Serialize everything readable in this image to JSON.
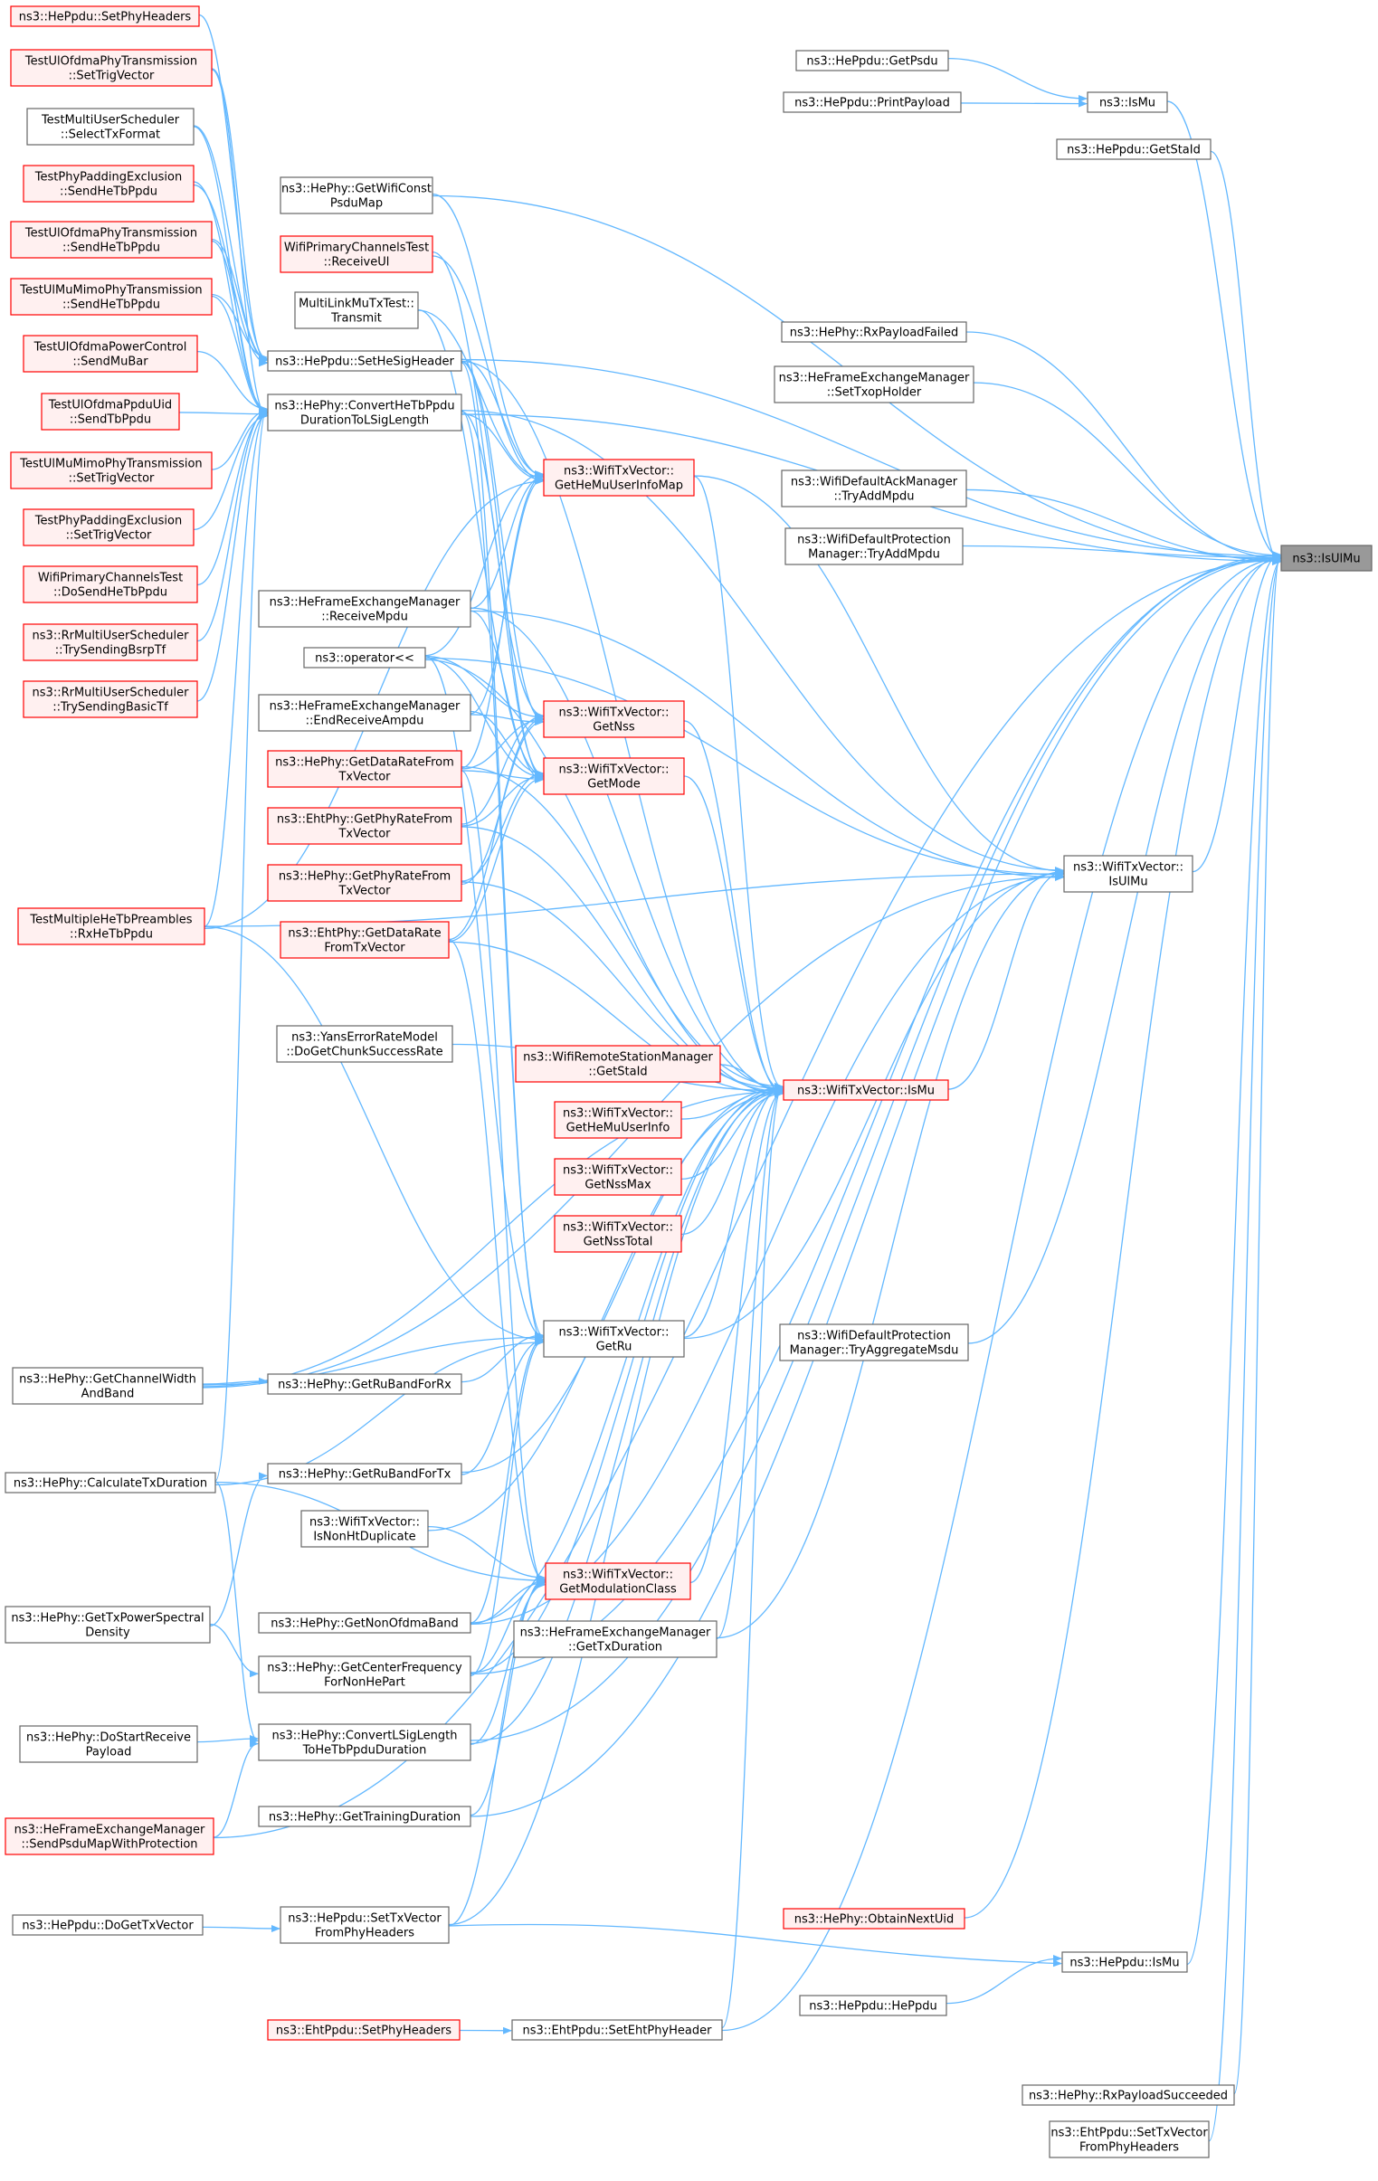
{
  "colors": {
    "edge": "#63b8ff",
    "node_fill": "#ffffff",
    "node_border": "#666666",
    "error_fill": "#fff0f0",
    "error_border": "#ff0000",
    "focus_fill": "#999999",
    "focus_border": "#666666"
  },
  "nodes": [
    {
      "id": "ns3IsUlMu",
      "lines": [
        "ns3::IsUlMu"
      ],
      "style": "focus"
    },
    {
      "id": "ns3IsMu",
      "lines": [
        "ns3::IsMu"
      ],
      "style": "normal"
    },
    {
      "id": "hePpduGetPsdu",
      "lines": [
        "ns3::HePpdu::GetPsdu"
      ],
      "style": "normal"
    },
    {
      "id": "hePpduPrintPayload",
      "lines": [
        "ns3::HePpdu::PrintPayload"
      ],
      "style": "normal"
    },
    {
      "id": "hePpduGetStaId",
      "lines": [
        "ns3::HePpdu::GetStaId"
      ],
      "style": "normal"
    },
    {
      "id": "hePhyRxPayloadFailed",
      "lines": [
        "ns3::HePhy::RxPayloadFailed"
      ],
      "style": "normal"
    },
    {
      "id": "hfemSetTxopHolder",
      "lines": [
        "ns3::HeFrameExchangeManager",
        "::SetTxopHolder"
      ],
      "style": "normal"
    },
    {
      "id": "wdamTryAddMpdu",
      "lines": [
        "ns3::WifiDefaultAckManager",
        "::TryAddMpdu"
      ],
      "style": "normal"
    },
    {
      "id": "wdpmTryAddMpdu",
      "lines": [
        "ns3::WifiDefaultProtection",
        "Manager::TryAddMpdu"
      ],
      "style": "normal"
    },
    {
      "id": "wtxIsUlMu",
      "lines": [
        "ns3::WifiTxVector::",
        "IsUlMu"
      ],
      "style": "normal"
    },
    {
      "id": "wdpmTryAggregateMsdu",
      "lines": [
        "ns3::WifiDefaultProtection",
        "Manager::TryAggregateMsdu"
      ],
      "style": "normal"
    },
    {
      "id": "hePhyObtainNextUid",
      "lines": [
        "ns3::HePhy::ObtainNextUid"
      ],
      "style": "error"
    },
    {
      "id": "hePpduIsMu",
      "lines": [
        "ns3::HePpdu::IsMu"
      ],
      "style": "normal"
    },
    {
      "id": "hePpduHePpdu",
      "lines": [
        "ns3::HePpdu::HePpdu"
      ],
      "style": "normal"
    },
    {
      "id": "hePhyRxPayloadSucceeded",
      "lines": [
        "ns3::HePhy::RxPayloadSucceeded"
      ],
      "style": "normal"
    },
    {
      "id": "ehtPpduSetTxVectorFromPhyHeaders",
      "lines": [
        "ns3::EhtPpdu::SetTxVector",
        "FromPhyHeaders"
      ],
      "style": "normal"
    },
    {
      "id": "wtxIsMu",
      "lines": [
        "ns3::WifiTxVector::IsMu"
      ],
      "style": "error"
    },
    {
      "id": "wrsmGetStaId",
      "lines": [
        "ns3::WifiRemoteStationManager",
        "::GetStaId"
      ],
      "style": "error"
    },
    {
      "id": "wtxGetHeMuUserInfo",
      "lines": [
        "ns3::WifiTxVector::",
        "GetHeMuUserInfo"
      ],
      "style": "error"
    },
    {
      "id": "wtxGetNssMax",
      "lines": [
        "ns3::WifiTxVector::",
        "GetNssMax"
      ],
      "style": "error"
    },
    {
      "id": "wtxGetNssTotal",
      "lines": [
        "ns3::WifiTxVector::",
        "GetNssTotal"
      ],
      "style": "error"
    },
    {
      "id": "wtxGetHeMuUserInfoMap",
      "lines": [
        "ns3::WifiTxVector::",
        "GetHeMuUserInfoMap"
      ],
      "style": "error"
    },
    {
      "id": "wtxGetNss",
      "lines": [
        "ns3::WifiTxVector::",
        "GetNss"
      ],
      "style": "error"
    },
    {
      "id": "wtxGetMode",
      "lines": [
        "ns3::WifiTxVector::",
        "GetMode"
      ],
      "style": "error"
    },
    {
      "id": "wtxGetRu",
      "lines": [
        "ns3::WifiTxVector::",
        "GetRu"
      ],
      "style": "normal"
    },
    {
      "id": "wtxGetModulationClass",
      "lines": [
        "ns3::WifiTxVector::",
        "GetModulationClass"
      ],
      "style": "error"
    },
    {
      "id": "hfemGetTxDuration",
      "lines": [
        "ns3::HeFrameExchangeManager",
        "::GetTxDuration"
      ],
      "style": "normal"
    },
    {
      "id": "hePhyGetWifiConstPsduMap",
      "lines": [
        "ns3::HePhy::GetWifiConst",
        "PsduMap"
      ],
      "style": "normal"
    },
    {
      "id": "wpctReceiveUl",
      "lines": [
        "WifiPrimaryChannelsTest",
        "::ReceiveUl"
      ],
      "style": "error"
    },
    {
      "id": "mlmtTransmit",
      "lines": [
        "MultiLinkMuTxTest::",
        "Transmit"
      ],
      "style": "normal"
    },
    {
      "id": "hePpduSetHeSigHeader",
      "lines": [
        "ns3::HePpdu::SetHeSigHeader"
      ],
      "style": "normal"
    },
    {
      "id": "hePhyConvertHeTbPpduDurationToLSigLength",
      "lines": [
        "ns3::HePhy::ConvertHeTbPpdu",
        "DurationToLSigLength"
      ],
      "style": "normal"
    },
    {
      "id": "hfemReceiveMpdu",
      "lines": [
        "ns3::HeFrameExchangeManager",
        "::ReceiveMpdu"
      ],
      "style": "normal"
    },
    {
      "id": "operatorLtLt",
      "lines": [
        "ns3::operator<<"
      ],
      "style": "normal"
    },
    {
      "id": "hfemEndReceiveAmpdu",
      "lines": [
        "ns3::HeFrameExchangeManager",
        "::EndReceiveAmpdu"
      ],
      "style": "normal"
    },
    {
      "id": "hePhyGetDataRateFromTxVector",
      "lines": [
        "ns3::HePhy::GetDataRateFrom",
        "TxVector"
      ],
      "style": "error"
    },
    {
      "id": "ehtPhyGetPhyRateFromTxVector",
      "lines": [
        "ns3::EhtPhy::GetPhyRateFrom",
        "TxVector"
      ],
      "style": "error"
    },
    {
      "id": "hePhyGetPhyRateFromTxVector",
      "lines": [
        "ns3::HePhy::GetPhyRateFrom",
        "TxVector"
      ],
      "style": "error"
    },
    {
      "id": "ehtPhyGetDataRateFromTxVector",
      "lines": [
        "ns3::EhtPhy::GetDataRate",
        "FromTxVector"
      ],
      "style": "error"
    },
    {
      "id": "yemDoGetChunkSuccessRate",
      "lines": [
        "ns3::YansErrorRateModel",
        "::DoGetChunkSuccessRate"
      ],
      "style": "normal"
    },
    {
      "id": "hePhyGetRuBandForRx",
      "lines": [
        "ns3::HePhy::GetRuBandForRx"
      ],
      "style": "normal"
    },
    {
      "id": "hePhyGetRuBandForTx",
      "lines": [
        "ns3::HePhy::GetRuBandForTx"
      ],
      "style": "normal"
    },
    {
      "id": "wtxIsNonHtDuplicate",
      "lines": [
        "ns3::WifiTxVector::",
        "IsNonHtDuplicate"
      ],
      "style": "normal"
    },
    {
      "id": "hePhyGetNonOfdmaBand",
      "lines": [
        "ns3::HePhy::GetNonOfdmaBand"
      ],
      "style": "normal"
    },
    {
      "id": "hePhyGetCenterFrequencyForNonHePart",
      "lines": [
        "ns3::HePhy::GetCenterFrequency",
        "ForNonHePart"
      ],
      "style": "normal"
    },
    {
      "id": "hePhyConvertLSigLengthToHeTbPpduDuration",
      "lines": [
        "ns3::HePhy::ConvertLSigLength",
        "ToHeTbPpduDuration"
      ],
      "style": "normal"
    },
    {
      "id": "hePhyGetTrainingDuration",
      "lines": [
        "ns3::HePhy::GetTrainingDuration"
      ],
      "style": "normal"
    },
    {
      "id": "hePpduSetTxVectorFromPhyHeaders",
      "lines": [
        "ns3::HePpdu::SetTxVector",
        "FromPhyHeaders"
      ],
      "style": "normal"
    },
    {
      "id": "ehtPpduSetEhtPhyHeader",
      "lines": [
        "ns3::EhtPpdu::SetEhtPhyHeader"
      ],
      "style": "normal"
    },
    {
      "id": "ehtPpduSetPhyHeaders",
      "lines": [
        "ns3::EhtPpdu::SetPhyHeaders"
      ],
      "style": "error"
    },
    {
      "id": "hePpduDoGetTxVector",
      "lines": [
        "ns3::HePpdu::DoGetTxVector"
      ],
      "style": "normal"
    },
    {
      "id": "hePhyGetChannelWidthAndBand",
      "lines": [
        "ns3::HePhy::GetChannelWidth",
        "AndBand"
      ],
      "style": "normal"
    },
    {
      "id": "hePhyCalculateTxDuration",
      "lines": [
        "ns3::HePhy::CalculateTxDuration"
      ],
      "style": "normal"
    },
    {
      "id": "hePhyGetTxPowerSpectralDensity",
      "lines": [
        "ns3::HePhy::GetTxPowerSpectral",
        "Density"
      ],
      "style": "normal"
    },
    {
      "id": "hePhyDoStartReceivePayload",
      "lines": [
        "ns3::HePhy::DoStartReceive",
        "Payload"
      ],
      "style": "normal"
    },
    {
      "id": "hfemSendPsduMapWithProtection",
      "lines": [
        "ns3::HeFrameExchangeManager",
        "::SendPsduMapWithProtection"
      ],
      "style": "error"
    },
    {
      "id": "hePpduSetPhyHeaders",
      "lines": [
        "ns3::HePpdu::SetPhyHeaders"
      ],
      "style": "error"
    },
    {
      "id": "tuoptSetTrigVector",
      "lines": [
        "TestUlOfdmaPhyTransmission",
        "::SetTrigVector"
      ],
      "style": "error"
    },
    {
      "id": "tmusSelectTxFormat",
      "lines": [
        "TestMultiUserScheduler",
        "::SelectTxFormat"
      ],
      "style": "normal"
    },
    {
      "id": "tppeSendHeTbPpdu",
      "lines": [
        "TestPhyPaddingExclusion",
        "::SendHeTbPpdu"
      ],
      "style": "error"
    },
    {
      "id": "tuoptSendHeTbPpdu",
      "lines": [
        "TestUlOfdmaPhyTransmission",
        "::SendHeTbPpdu"
      ],
      "style": "error"
    },
    {
      "id": "tummptSendHeTbPpdu",
      "lines": [
        "TestUlMuMimoPhyTransmission",
        "::SendHeTbPpdu"
      ],
      "style": "error"
    },
    {
      "id": "tuopcSendMuBar",
      "lines": [
        "TestUlOfdmaPowerControl",
        "::SendMuBar"
      ],
      "style": "error"
    },
    {
      "id": "tuopuSendTbPpdu",
      "lines": [
        "TestUlOfdmaPpduUid",
        "::SendTbPpdu"
      ],
      "style": "error"
    },
    {
      "id": "tummptSetTrigVector",
      "lines": [
        "TestUlMuMimoPhyTransmission",
        "::SetTrigVector"
      ],
      "style": "error"
    },
    {
      "id": "tppeSetTrigVector",
      "lines": [
        "TestPhyPaddingExclusion",
        "::SetTrigVector"
      ],
      "style": "error"
    },
    {
      "id": "wpctDoSendHeTbPpdu",
      "lines": [
        "WifiPrimaryChannelsTest",
        "::DoSendHeTbPpdu"
      ],
      "style": "error"
    },
    {
      "id": "rmusTrySendingBsrpTf",
      "lines": [
        "ns3::RrMultiUserScheduler",
        "::TrySendingBsrpTf"
      ],
      "style": "error"
    },
    {
      "id": "rmusTrySendingBasicTf",
      "lines": [
        "ns3::RrMultiUserScheduler",
        "::TrySendingBasicTf"
      ],
      "style": "error"
    },
    {
      "id": "tmhtpRxHeTbPpdu",
      "lines": [
        "TestMultipleHeTbPreambles",
        "::RxHeTbPpdu"
      ],
      "style": "error"
    }
  ]
}
